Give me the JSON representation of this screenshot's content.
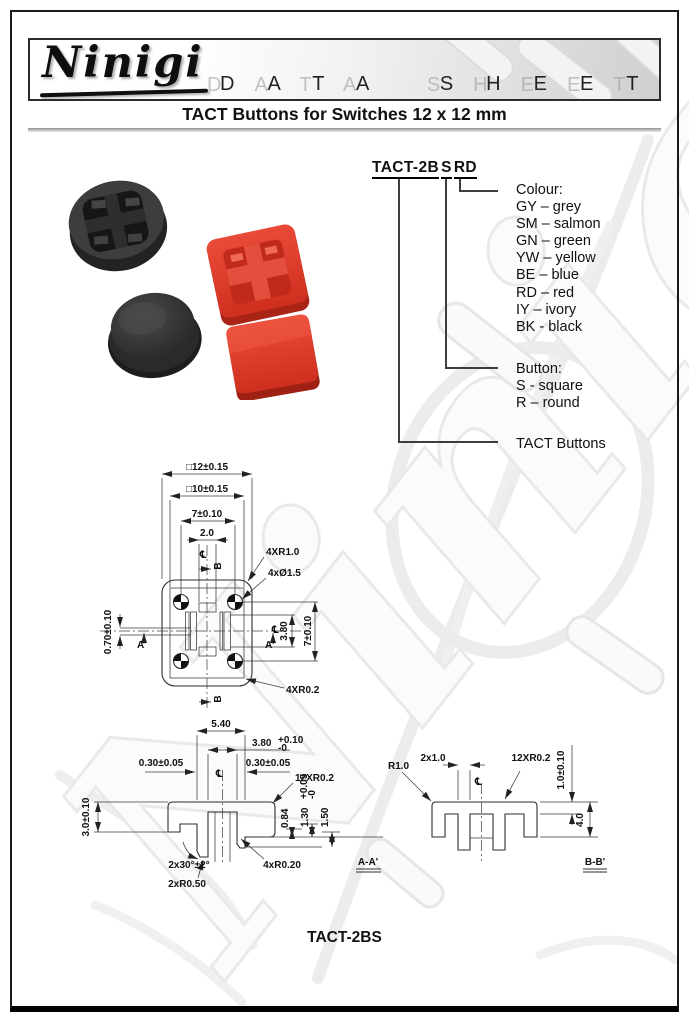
{
  "page": {
    "header": {
      "brand": "Ninigi",
      "sheet_label": "DATA SHEET"
    },
    "title": "TACT Buttons for Switches 12 x 12 mm",
    "watermark_text": "Ninigi",
    "footer_label": "TACT-2BS"
  },
  "part_number": {
    "prefix": "TACT-2B",
    "button_code": "S",
    "colour_code": "RD",
    "colour": {
      "heading": "Colour:",
      "options": [
        "GY – grey",
        "SM – salmon",
        "GN – green",
        "YW – yellow",
        "BE – blue",
        "RD – red",
        "IY – ivory",
        "BK - black"
      ]
    },
    "button": {
      "heading": "Button:",
      "options": [
        "S - square",
        "R – round"
      ]
    },
    "family_label": "TACT Buttons"
  },
  "colors": {
    "button_red": "#df3a2b",
    "button_black": "#353535",
    "line": "#2e2e2e"
  },
  "top_view": {
    "dim_outer": "□12±0.15",
    "dim_inner": "□10±0.15",
    "dim_hole_pitch": "7±0.10",
    "dim_boss": "2.0",
    "dim_slot_width": "0.70±0.10",
    "label_corner_radius": "4XR1.0",
    "label_hole_dia": "4xØ1.5",
    "label_inner_radius": "4XR0.2",
    "dim_slot_length": "3.80",
    "dim_hole_pitch_v": "7±0.10",
    "marker_a": "A",
    "marker_a_prime": "A'",
    "marker_b_top": "B",
    "marker_b_bottom": "B",
    "centerline_top": "℄",
    "centerline_right": "℄"
  },
  "section_aa": {
    "label": "A-A'",
    "dim_width": "5.40",
    "dim_inner_width": "3.80",
    "tol_inner_plus": "+0.10",
    "tol_inner_minus": "-0",
    "dim_wall_left": "0.30±0.05",
    "dim_wall_right": "0.30±0.05",
    "dim_height": "3.0±0.10",
    "label_radius": "12XR0.2",
    "dim_step1": "0.84",
    "dim_step2": "1.30",
    "tol_step2_plus": "+0.05",
    "tol_step2_minus": "-0",
    "dim_step3": "1.50",
    "label_chamfer": "2x30°±2°",
    "label_radius_small": "2xR0.50",
    "label_radius_fillet": "4xR0.20",
    "centerline": "℄"
  },
  "section_bb": {
    "label": "B-B'",
    "label_radius": "R1.0",
    "dim_wall": "2x1.0",
    "label_radius12": "12XR0.2",
    "dim_flange": "1.0±0.10",
    "dim_height": "4.0",
    "centerline": "℄"
  }
}
